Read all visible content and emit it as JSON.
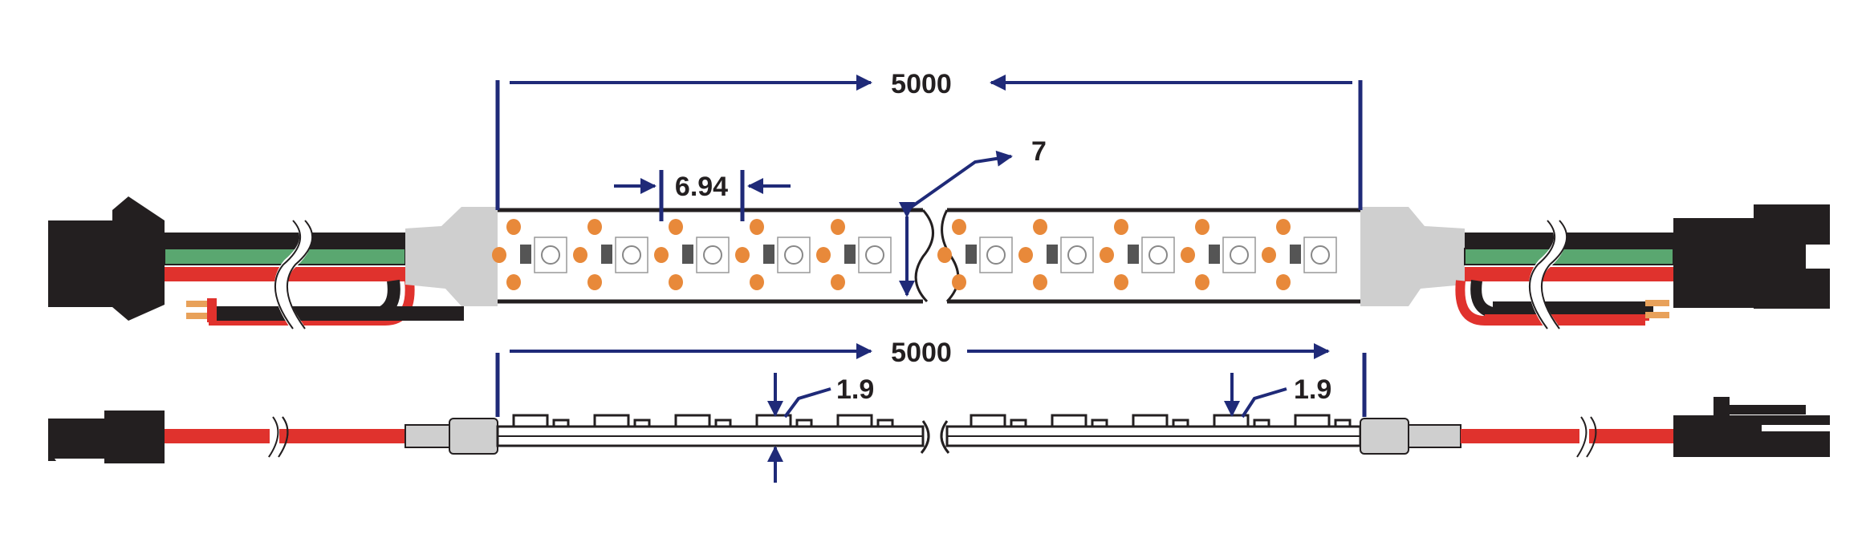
{
  "dimensions": {
    "total_length_top": "5000",
    "total_length_bottom": "5000",
    "led_pitch": "6.94",
    "strip_width": "7",
    "strip_thickness_left": "1.9",
    "strip_thickness_right": "1.9"
  },
  "colors": {
    "dimension_line": "#1f2a78",
    "outline": "#231f20",
    "connector": "#231f20",
    "wire_red": "#e0322d",
    "wire_green": "#5aa770",
    "wire_black": "#231f20",
    "wire_white": "#ffffff",
    "wire_tip": "#e8a15a",
    "end_cap": "#cfcfcf",
    "led_pad": "#e8893a",
    "resistor": "#555555"
  }
}
